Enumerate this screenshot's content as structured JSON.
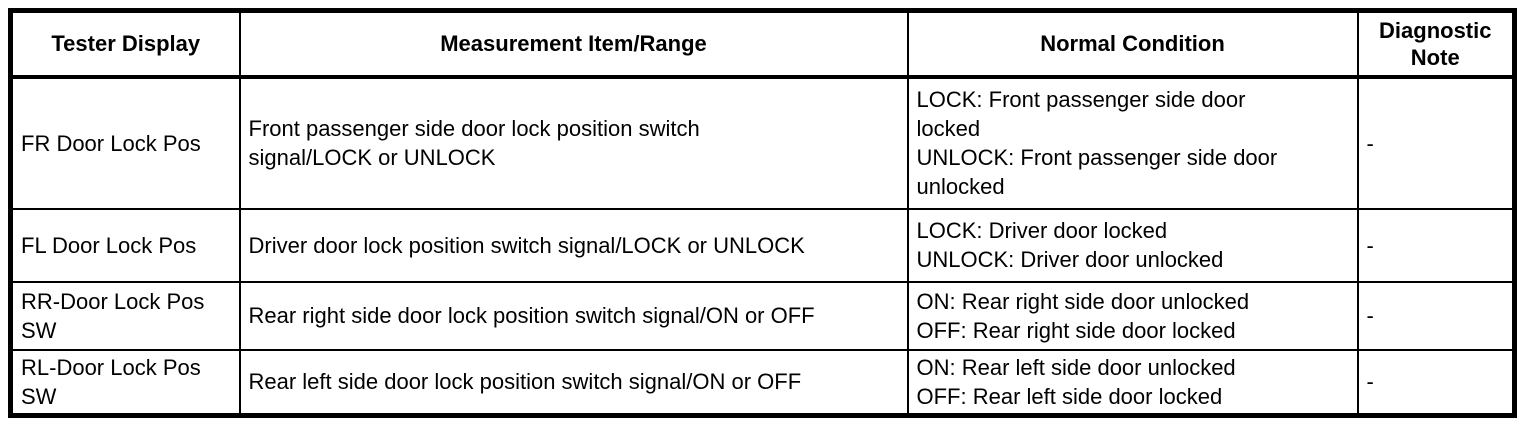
{
  "table": {
    "headers": {
      "tester_display": "Tester Display",
      "measurement": "Measurement Item/Range",
      "normal_condition": "Normal Condition",
      "diagnostic_note": "Diagnostic\nNote"
    },
    "rows": [
      {
        "tester_display": "FR Door Lock Pos",
        "measurement": "Front passenger side door lock position switch\nsignal/LOCK or UNLOCK",
        "normal_condition": "LOCK: Front passenger side door\nlocked\nUNLOCK: Front passenger side door\nunlocked",
        "diagnostic_note": "-"
      },
      {
        "tester_display": "FL Door Lock Pos",
        "measurement": "Driver door lock position switch signal/LOCK or UNLOCK",
        "normal_condition": "LOCK: Driver door locked\nUNLOCK: Driver door unlocked",
        "diagnostic_note": "-"
      },
      {
        "tester_display": "RR-Door Lock Pos\nSW",
        "measurement": "Rear right side door lock position switch signal/ON or OFF",
        "normal_condition": "ON: Rear right side door unlocked\nOFF: Rear right side door locked",
        "diagnostic_note": "-"
      },
      {
        "tester_display": "RL-Door Lock Pos\nSW",
        "measurement": "Rear left side door lock position switch signal/ON or OFF",
        "normal_condition": "ON: Rear left side door unlocked\nOFF: Rear left side door locked",
        "diagnostic_note": "-"
      }
    ]
  }
}
